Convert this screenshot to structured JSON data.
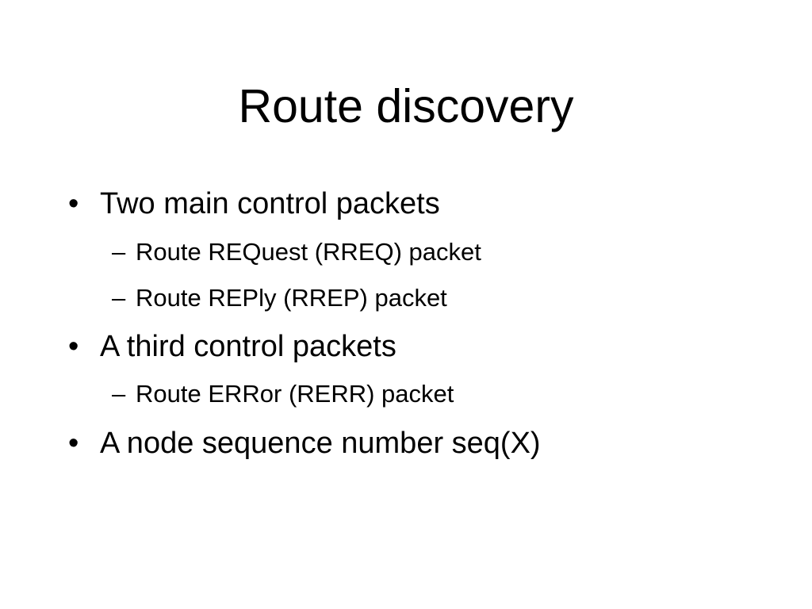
{
  "slide": {
    "title": "Route discovery",
    "bullet_marker": "•",
    "sub_marker": "–",
    "items": [
      {
        "text": "Two main control packets",
        "subitems": [
          "Route REQuest (RREQ) packet",
          "Route REPly (RREP) packet"
        ]
      },
      {
        "text": "A third control packets",
        "subitems": [
          "Route ERRor (RERR) packet"
        ]
      },
      {
        "text": "A node sequence number seq(X)",
        "subitems": []
      }
    ]
  }
}
